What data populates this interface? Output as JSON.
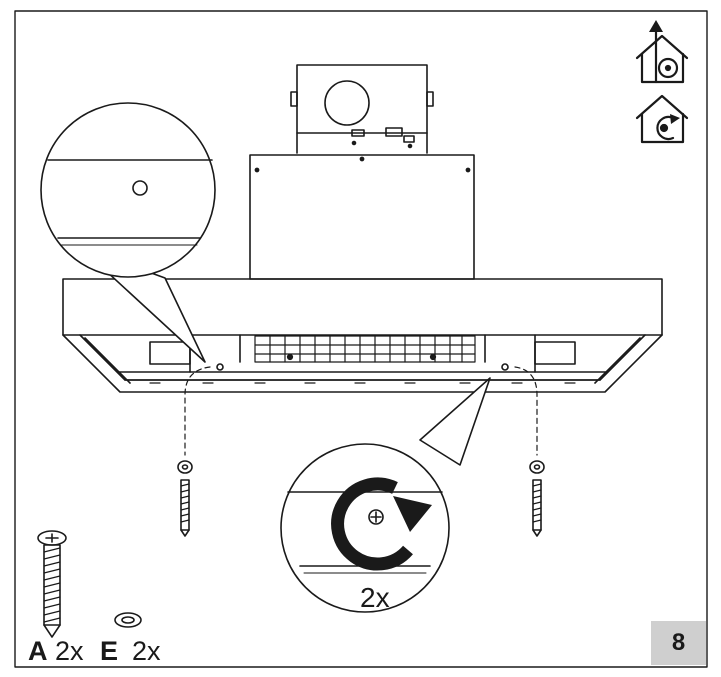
{
  "parts": {
    "screw": {
      "letter": "A",
      "count": "2x"
    },
    "washer": {
      "letter": "E",
      "count": "2x"
    }
  },
  "zoom_detail": {
    "count": "2x"
  },
  "page": {
    "number": "8"
  },
  "icons": [
    "ducted-extraction-icon",
    "recirculation-icon",
    "screw-icon",
    "washer-icon",
    "clockwise-rotation-icon"
  ],
  "colors": {
    "line": "#1a1a1a",
    "page_box": "#cfcfcf",
    "background": "#ffffff"
  }
}
